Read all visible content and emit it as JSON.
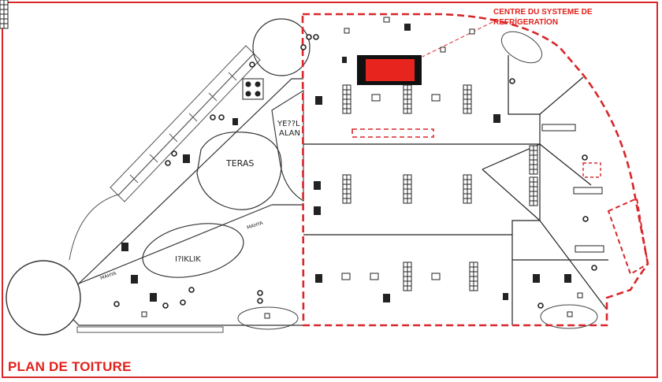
{
  "title": "PLAN  DE TOITURE",
  "callout": {
    "line1": "CENTRE DU SYSTEME DE",
    "line2": "REFRİGERATİON"
  },
  "areas": {
    "teras": "TERAS",
    "green_area_line1": "YE??L",
    "green_area_line2": "ALAN",
    "lighting": "I?IKLIK",
    "mahya_1": "MAHYA",
    "mahya_2": "MAHYA"
  },
  "colors": {
    "accent": "#e2211c",
    "line": "#333333",
    "refrigeration_box": "#e8241f"
  }
}
